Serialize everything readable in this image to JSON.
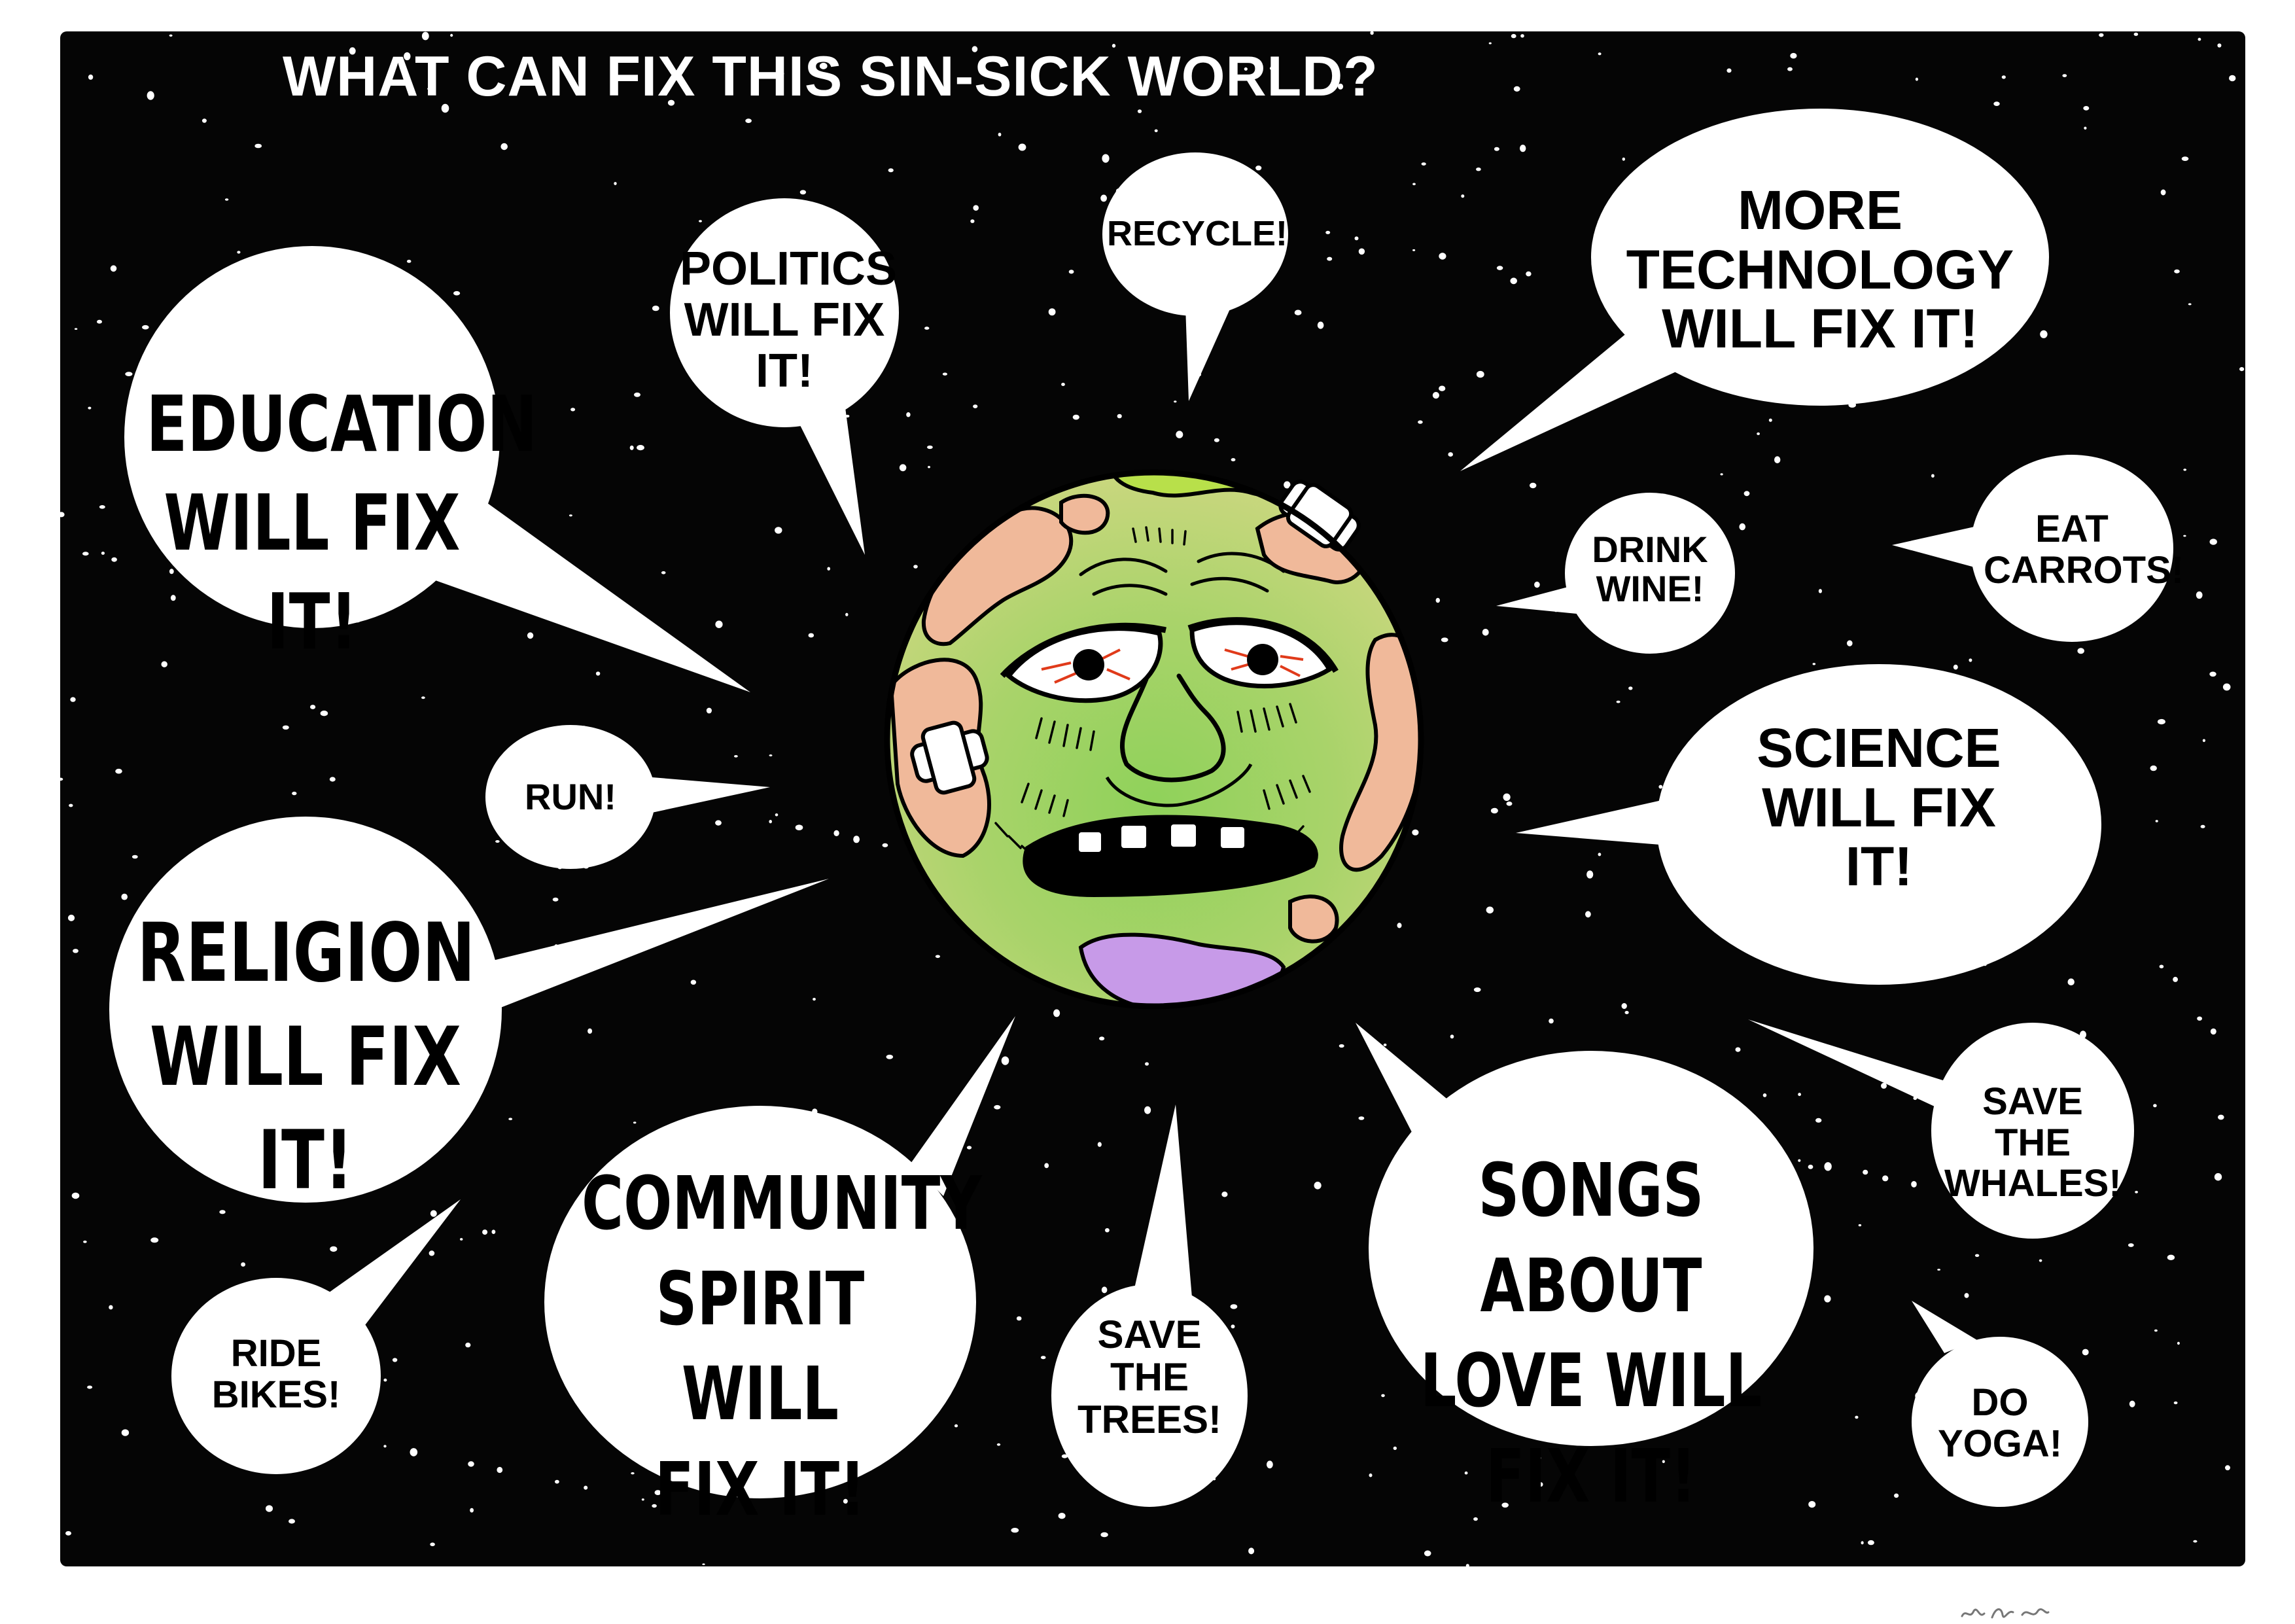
{
  "title": "WHAT CAN FIX THIS SIN-SICK WORLD?",
  "colors": {
    "space": "#050505",
    "star": "#ffffff",
    "bubble": "#ffffff",
    "text": "#000000",
    "earth_green": "#8fd25a",
    "earth_yellow_green": "#c7d97a",
    "land_peach": "#f0b99a",
    "land_lime": "#b8e04a",
    "land_purple": "#c79ae8",
    "bandage": "#ffffff",
    "eye_vein": "#e03a1a"
  },
  "bubbles": [
    {
      "id": "politics",
      "text": "POLITICS\nWILL FIX\nIT!"
    },
    {
      "id": "recycle",
      "text": "RECYCLE!"
    },
    {
      "id": "technology",
      "text": "MORE\nTECHNOLOGY\nWILL FIX IT!"
    },
    {
      "id": "education",
      "text": "EDUCATION\nWILL FIX IT!"
    },
    {
      "id": "drink-wine",
      "text": "DRINK\nWINE!"
    },
    {
      "id": "eat-carrots",
      "text": "EAT\nCARROTS!"
    },
    {
      "id": "run",
      "text": "RUN!"
    },
    {
      "id": "science",
      "text": "SCIENCE\nWILL FIX\nIT!"
    },
    {
      "id": "religion",
      "text": "RELIGION\nWILL FIX IT!"
    },
    {
      "id": "save-whales",
      "text": "SAVE\nTHE\nWHALES!"
    },
    {
      "id": "community",
      "text": "COMMUNITY\nSPIRIT WILL\nFIX IT!"
    },
    {
      "id": "songs",
      "text": "SONGS ABOUT\nLOVE WILL\nFIX IT!"
    },
    {
      "id": "ride-bikes",
      "text": "RIDE\nBIKES!"
    },
    {
      "id": "save-trees",
      "text": "SAVE\nTHE\nTREES!"
    },
    {
      "id": "yoga",
      "text": "DO\nYOGA!"
    }
  ]
}
